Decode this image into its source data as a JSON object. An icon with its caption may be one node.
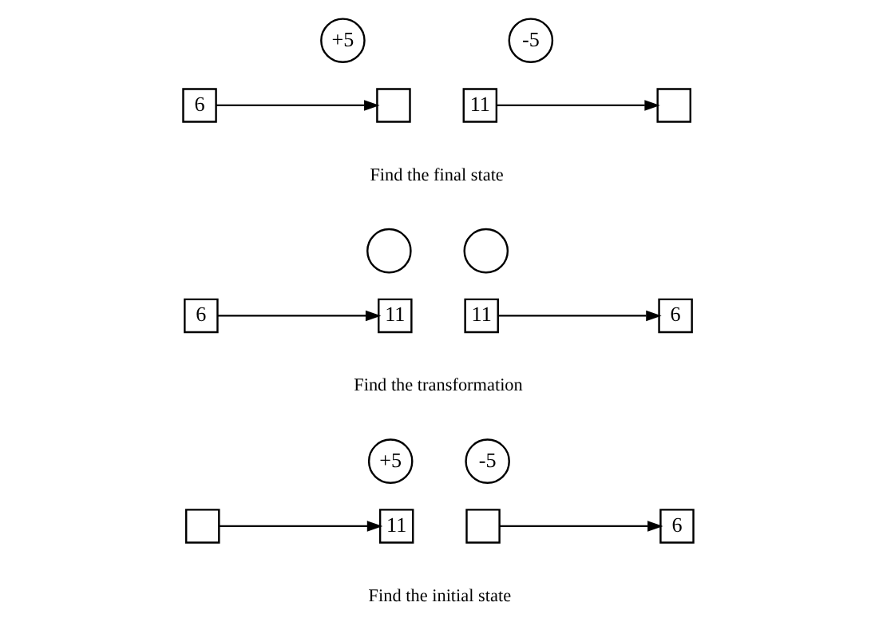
{
  "diagram": {
    "nodes": [
      {
        "text": [
          "+5"
        ]
      },
      {
        "text": [
          "-5"
        ]
      },
      {
        "text": [
          "6"
        ]
      },
      {
        "text": [],
        "shape": "box"
      },
      {
        "text": [
          "11"
        ]
      },
      {
        "text": [],
        "shape": "box"
      },
      {
        "text": [],
        "shape": "circle"
      },
      {
        "text": [],
        "shape": "circle"
      },
      {
        "text": [
          "6"
        ]
      },
      {
        "text": [
          "11"
        ]
      },
      {
        "text": [
          "11"
        ]
      },
      {
        "text": [
          "6"
        ]
      },
      {
        "text": [
          "+5"
        ]
      },
      {
        "text": [
          "-5"
        ]
      },
      {
        "text": [],
        "shape": "box"
      },
      {
        "text": [
          "11"
        ]
      },
      {
        "text": [],
        "shape": "box"
      },
      {
        "text": [
          "6"
        ]
      }
    ],
    "edges": [
      {
        "from": 2,
        "to": 3,
        "arrow": "to"
      },
      {
        "from": 4,
        "to": 5,
        "arrow": "to"
      },
      {
        "from": 8,
        "to": 9,
        "arrow": "to"
      },
      {
        "from": 10,
        "to": 11,
        "arrow": "to"
      },
      {
        "from": 14,
        "to": 15,
        "arrow": "to"
      },
      {
        "from": 16,
        "to": 17,
        "arrow": "to"
      }
    ],
    "labels": [
      "Find the final state",
      "Find the transformation",
      "Find the initial state"
    ]
  }
}
